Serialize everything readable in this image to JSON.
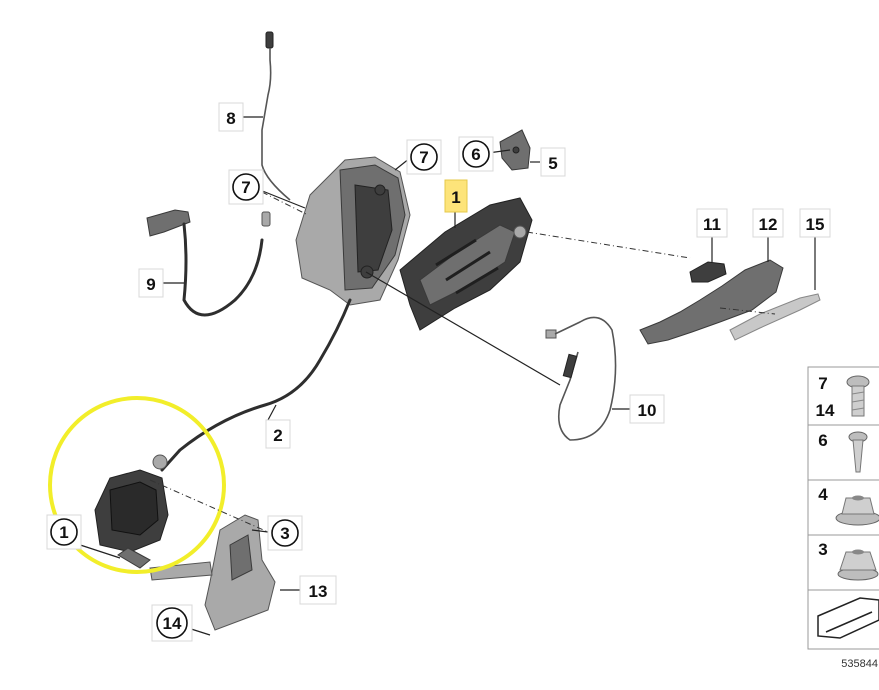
{
  "labels": {
    "p1": "1",
    "p1b": "1",
    "p2": "2",
    "p3": "3",
    "p5": "5",
    "p6": "6",
    "p7a": "7",
    "p7b": "7",
    "p8": "8",
    "p9": "9",
    "p10": "10",
    "p11": "11",
    "p12": "12",
    "p13": "13",
    "p14": "14",
    "p15": "15"
  },
  "legend": {
    "row1_a": "7",
    "row1_b": "14",
    "row2": "6",
    "row3": "4",
    "row4": "3"
  },
  "image_number": "535844",
  "highlight_color": "#fde47a",
  "circle_highlight_color": "#f2ee2a"
}
